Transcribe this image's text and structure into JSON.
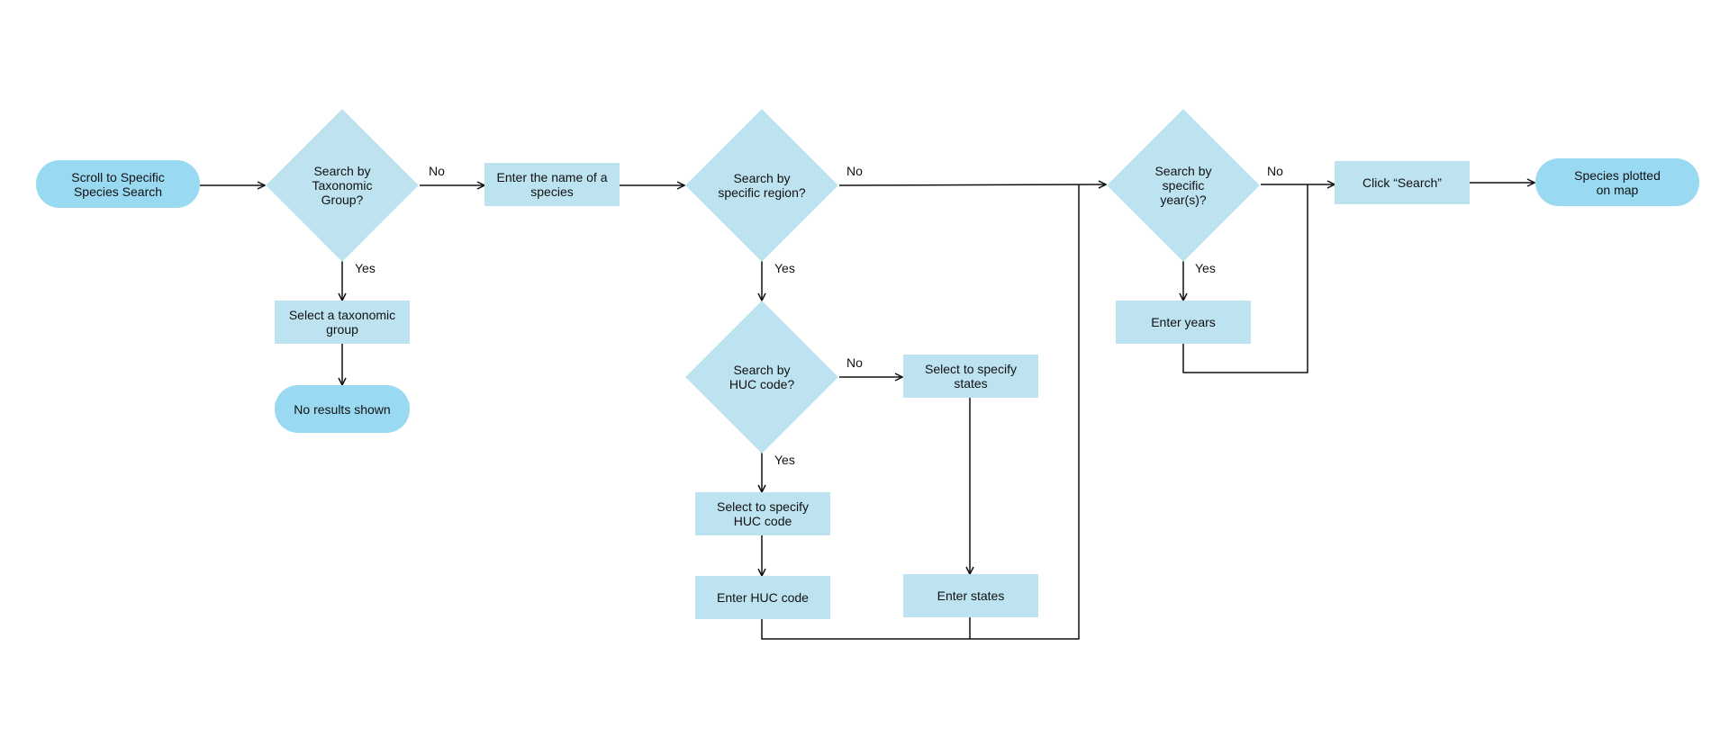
{
  "nodes": {
    "scroll_to_search": "Scroll to Specific Species Search",
    "search_by_taxonomic_group": "Search by Taxonomic Group?",
    "select_taxonomic_group": "Select a taxonomic group",
    "no_results_shown": "No results shown",
    "enter_species_name": "Enter the name of a species",
    "search_by_region": "Search by specific region?",
    "search_by_huc": "Search by HUC code?",
    "select_huc_code": "Select to specify HUC code",
    "enter_huc_code": "Enter HUC code",
    "select_states": "Select to specify states",
    "enter_states": "Enter states",
    "search_by_years": "Search by specific year(s)?",
    "enter_years": "Enter years",
    "click_search": "Click “Search”",
    "species_plotted": "Species plotted on map"
  },
  "edge_labels": {
    "taxonomic_no": "No",
    "taxonomic_yes": "Yes",
    "region_no": "No",
    "region_yes": "Yes",
    "huc_no": "No",
    "huc_yes": "Yes",
    "years_no": "No",
    "years_yes": "Yes"
  },
  "colors": {
    "terminal_fill": "#99daf2",
    "process_fill": "#bee3f0",
    "decision_fill": "#bee3f0",
    "line": "#111111"
  }
}
